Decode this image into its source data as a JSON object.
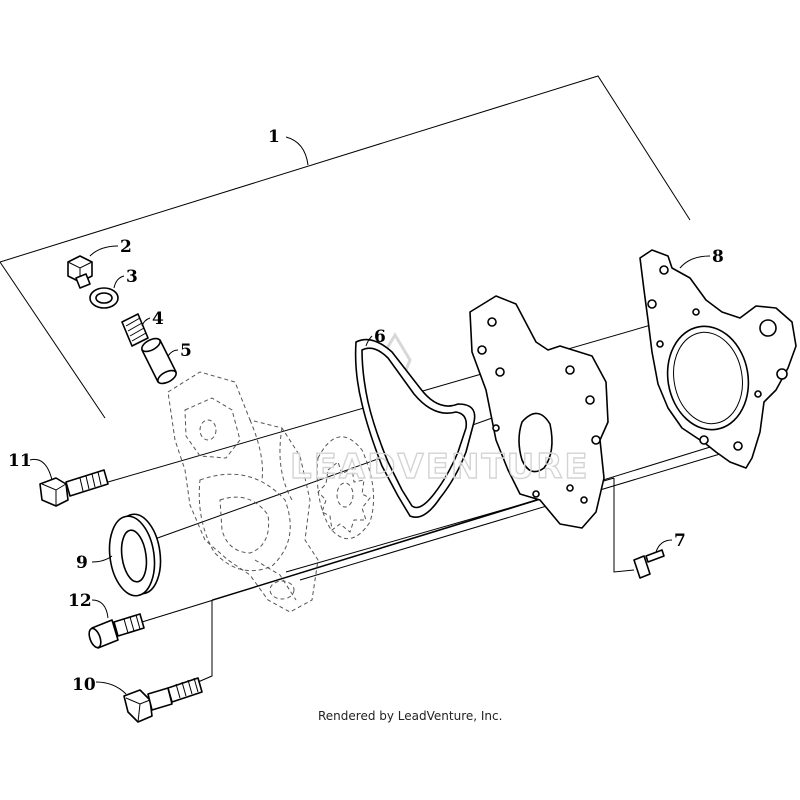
{
  "diagram": {
    "callouts": {
      "c1": "1",
      "c2": "2",
      "c3": "3",
      "c4": "4",
      "c5": "5",
      "c6": "6",
      "c7": "7",
      "c8": "8",
      "c9": "9",
      "c10": "10",
      "c11": "11",
      "c12": "12"
    },
    "credit": "Rendered by LeadVenture, Inc."
  }
}
